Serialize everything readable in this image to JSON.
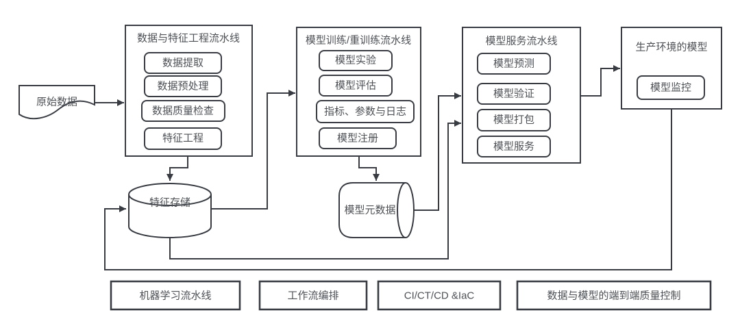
{
  "diagram_title": "MLOps pipeline flowchart",
  "colors": {
    "line": "#383c42",
    "text": "#4d5156",
    "shape_fill": "#ffffff",
    "background": "#ffffff"
  },
  "source": {
    "label": "原始数据"
  },
  "pipelines": [
    {
      "title": "数据与特征工程流水线",
      "steps": [
        "数据提取",
        "数据预处理",
        "数据质量检查",
        "特征工程"
      ]
    },
    {
      "title": "模型训练/重训练流水线",
      "steps": [
        "模型实验",
        "模型评估",
        "指标、参数与日志",
        "模型注册"
      ]
    },
    {
      "title": "模型服务流水线",
      "steps": [
        "模型预测",
        "模型验证",
        "模型打包",
        "模型服务"
      ]
    },
    {
      "title": "生产环境的模型",
      "steps": [
        "模型监控"
      ]
    }
  ],
  "stores": [
    {
      "label": "特征存储",
      "kind": "vertical-cylinder"
    },
    {
      "label": "模型元数据",
      "kind": "horizontal-cylinder"
    }
  ],
  "legend": [
    {
      "label": "机器学习流水线"
    },
    {
      "label": "工作流编排"
    },
    {
      "label": "CI/CT/CD &IaC"
    },
    {
      "label": "数据与模型的端到端质量控制"
    }
  ]
}
